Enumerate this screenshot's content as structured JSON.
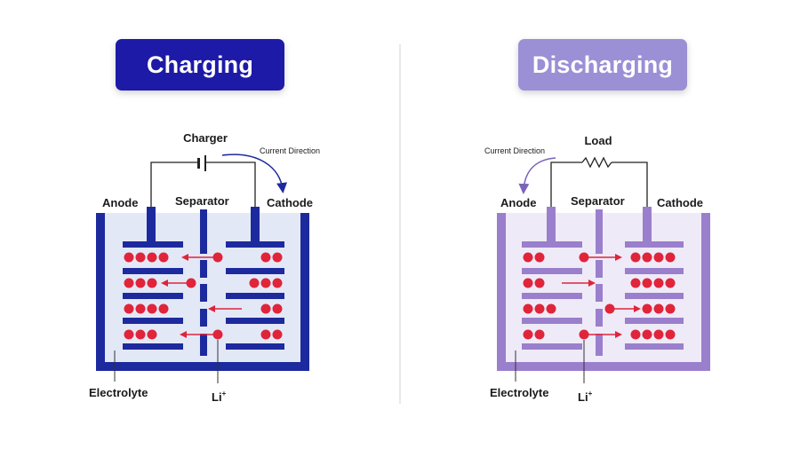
{
  "charging": {
    "title": "Charging",
    "source_label": "Charger",
    "current_direction": "Current Direction",
    "anode": "Anode",
    "separator": "Separator",
    "cathode": "Cathode",
    "electrolyte": "Electrolyte",
    "ion": "Li",
    "ion_sup": "+",
    "colors": {
      "frame": "#1d2a9e",
      "fill": "#e3e8f7",
      "ion": "#e0243a"
    }
  },
  "discharging": {
    "title": "Discharging",
    "source_label": "Load",
    "current_direction": "Current Direction",
    "anode": "Anode",
    "separator": "Separator",
    "cathode": "Cathode",
    "electrolyte": "Electrolyte",
    "ion": "Li",
    "ion_sup": "+",
    "colors": {
      "frame": "#9a7fcc",
      "fill": "#efeaf8",
      "ion": "#e0243a"
    }
  }
}
